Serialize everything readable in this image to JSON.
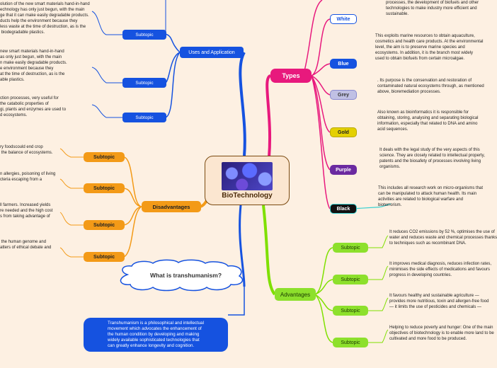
{
  "center": {
    "title": "BioTechnology"
  },
  "uses": {
    "label": "Uses and Application",
    "subtopic_label": "Subtopic",
    "texts": [
      "olution of the new smart materials hand-in-hand\nechnology has only just begun, with the main\nge that it can make easily degradable products.\nducts help the environment because they\nless waste at the time of destruction, as is the\n biodegradable plastics.",
      "new smart materials hand-in-hand\nas only just begun, with the main\nn make easily degradable products.\ne environment because they\nat the time of destruction, as is the\nable plastics.",
      "ction processes, very useful for\nthe catabolic properties of\ngi, plants and enzymes are used to\nd ecosystems."
    ]
  },
  "disadvantages": {
    "label": "Disadvantages",
    "subtopic_label": "Subtopic",
    "texts": [
      "ry foodscould end crop\n the balance of ecosystems.",
      "n allergies, poisoning of living\ncteria escaping from a",
      "ll farmers. Increased yields\nre needed and the high cost\ns from taking advantage of",
      " the human genome and\natters of ethical debate and"
    ]
  },
  "transhumanism": {
    "question": "What is transhumanism?",
    "answer": "Transhumanism is a philosophical and intellectual\nmovement which advocates the enhancement of\nthe human condition by developing and making\nwidely available sophisticated technologies that\ncan greatly enhance longevity and cognition."
  },
  "types": {
    "label": "Types",
    "items": [
      {
        "label": "White",
        "bg": "#ffffff",
        "color": "#1552e0",
        "border": "#1552e0",
        "text": "processes, the development of biofuels and other\ntechnologies to make industry more efficient and\nsustainable."
      },
      {
        "label": "Blue",
        "bg": "#1552e0",
        "color": "#ffffff",
        "border": "#1552e0",
        "text": "This exploits marine resources to obtain aquaculture,\ncosmetics and health care products. At the environmental\nlevel, the aim is to preserve marine species and\necosystems. In addition, it is the branch most widely\nused to obtain biofuels from certain microalgae."
      },
      {
        "label": "Grey",
        "bg": "#c0c0e4",
        "color": "#333333",
        "border": "#8a8ad0",
        "text": ". Its purpose is the conservation and restoration of\ncontaminated natural ecosystems through, as mentioned\nabove, bioremediation processes."
      },
      {
        "label": "Gold",
        "bg": "#e4d000",
        "color": "#222222",
        "border": "#b8a800",
        "text": "Also known as bioinformatics it is responsible for\nobtaining, storing, analysing and separating biological\ninformation, especially that related to DNA and amino\nacid sequences."
      },
      {
        "label": "Purple",
        "bg": "#6b2aa0",
        "color": "#ffffff",
        "border": "#6b2aa0",
        "text": "It deals with the legal study of the very aspects of this\nscience. They are closely related to intellectual property,\npatents and the biosafety of processes involving living\norganisms."
      },
      {
        "label": "Black",
        "bg": "#111111",
        "color": "#ffffff",
        "border": "#38d0d0",
        "text": "This includes all research work on micro-organisms that\ncan be manipulated to attack human health. Its main\nactivities are related to biological warfare and\nbioterrorism."
      }
    ]
  },
  "advantages": {
    "label": "Advantages",
    "subtopic_label": "Subtopic",
    "texts": [
      "It reduces CO2 emissions by 52 %, optimises the use of\nwater and reduces waste and chemical processes thanks\nto techniques such as recombinant DNA.",
      "It improves medical diagnosis, reduces infection rates,\nminimises the side effects of medications and favours\nprogress in developing countries.",
      "It favours healthy and sustainable agriculture —\nprovides more nutritious, toxin and allergen-free food\n— it limits the use of pesticides and chemicals —",
      "Helping to reduce poverty and hunger: One of the main\nobjectives of biotechnology is to enable more land to be\ncultivated and more food to be produced."
    ]
  },
  "colors": {
    "background": "#fdf0e2",
    "uses_branch": "#1552e0",
    "types_branch": "#e8197d",
    "disadvantages_branch": "#f39a17",
    "advantages_branch": "#7fe000",
    "transhumanism_branch": "#1552e0"
  }
}
